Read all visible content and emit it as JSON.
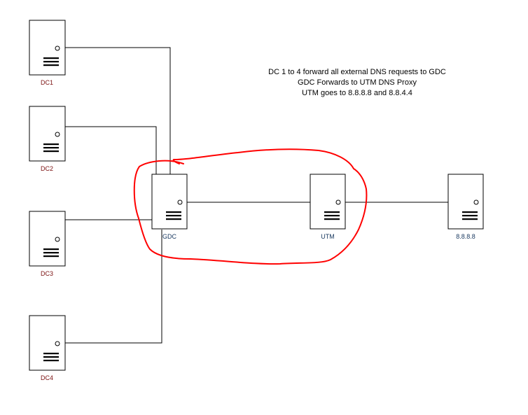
{
  "colors": {
    "line": "#000000",
    "server_fill": "#ffffff",
    "label_dc": "#7b1010",
    "label_other": "#17375e",
    "note_text": "#000000",
    "highlight": "#ff0000"
  },
  "servers": [
    {
      "id": "dc1",
      "label": "DC1",
      "icon": "server-icon"
    },
    {
      "id": "dc2",
      "label": "DC2",
      "icon": "server-icon"
    },
    {
      "id": "dc3",
      "label": "DC3",
      "icon": "server-icon"
    },
    {
      "id": "dc4",
      "label": "DC4",
      "icon": "server-icon"
    },
    {
      "id": "gdc",
      "label": "GDC",
      "icon": "server-icon"
    },
    {
      "id": "utm",
      "label": "UTM",
      "icon": "server-icon"
    },
    {
      "id": "dns",
      "label": "8.8.8.8",
      "icon": "server-icon"
    }
  ],
  "connections": [
    {
      "from": "DC1",
      "to": "GDC"
    },
    {
      "from": "DC2",
      "to": "GDC"
    },
    {
      "from": "DC3",
      "to": "GDC"
    },
    {
      "from": "DC4",
      "to": "GDC"
    },
    {
      "from": "GDC",
      "to": "UTM"
    },
    {
      "from": "UTM",
      "to": "8.8.8.8"
    }
  ],
  "note": {
    "lines": [
      "DC 1 to 4 forward all external DNS requests to GDC",
      "GDC Forwards to UTM DNS Proxy",
      "UTM goes to 8.8.8.8 and 8.8.4.4"
    ]
  },
  "highlight": {
    "shape": "hand-drawn loop",
    "encloses": [
      "GDC",
      "UTM"
    ]
  }
}
